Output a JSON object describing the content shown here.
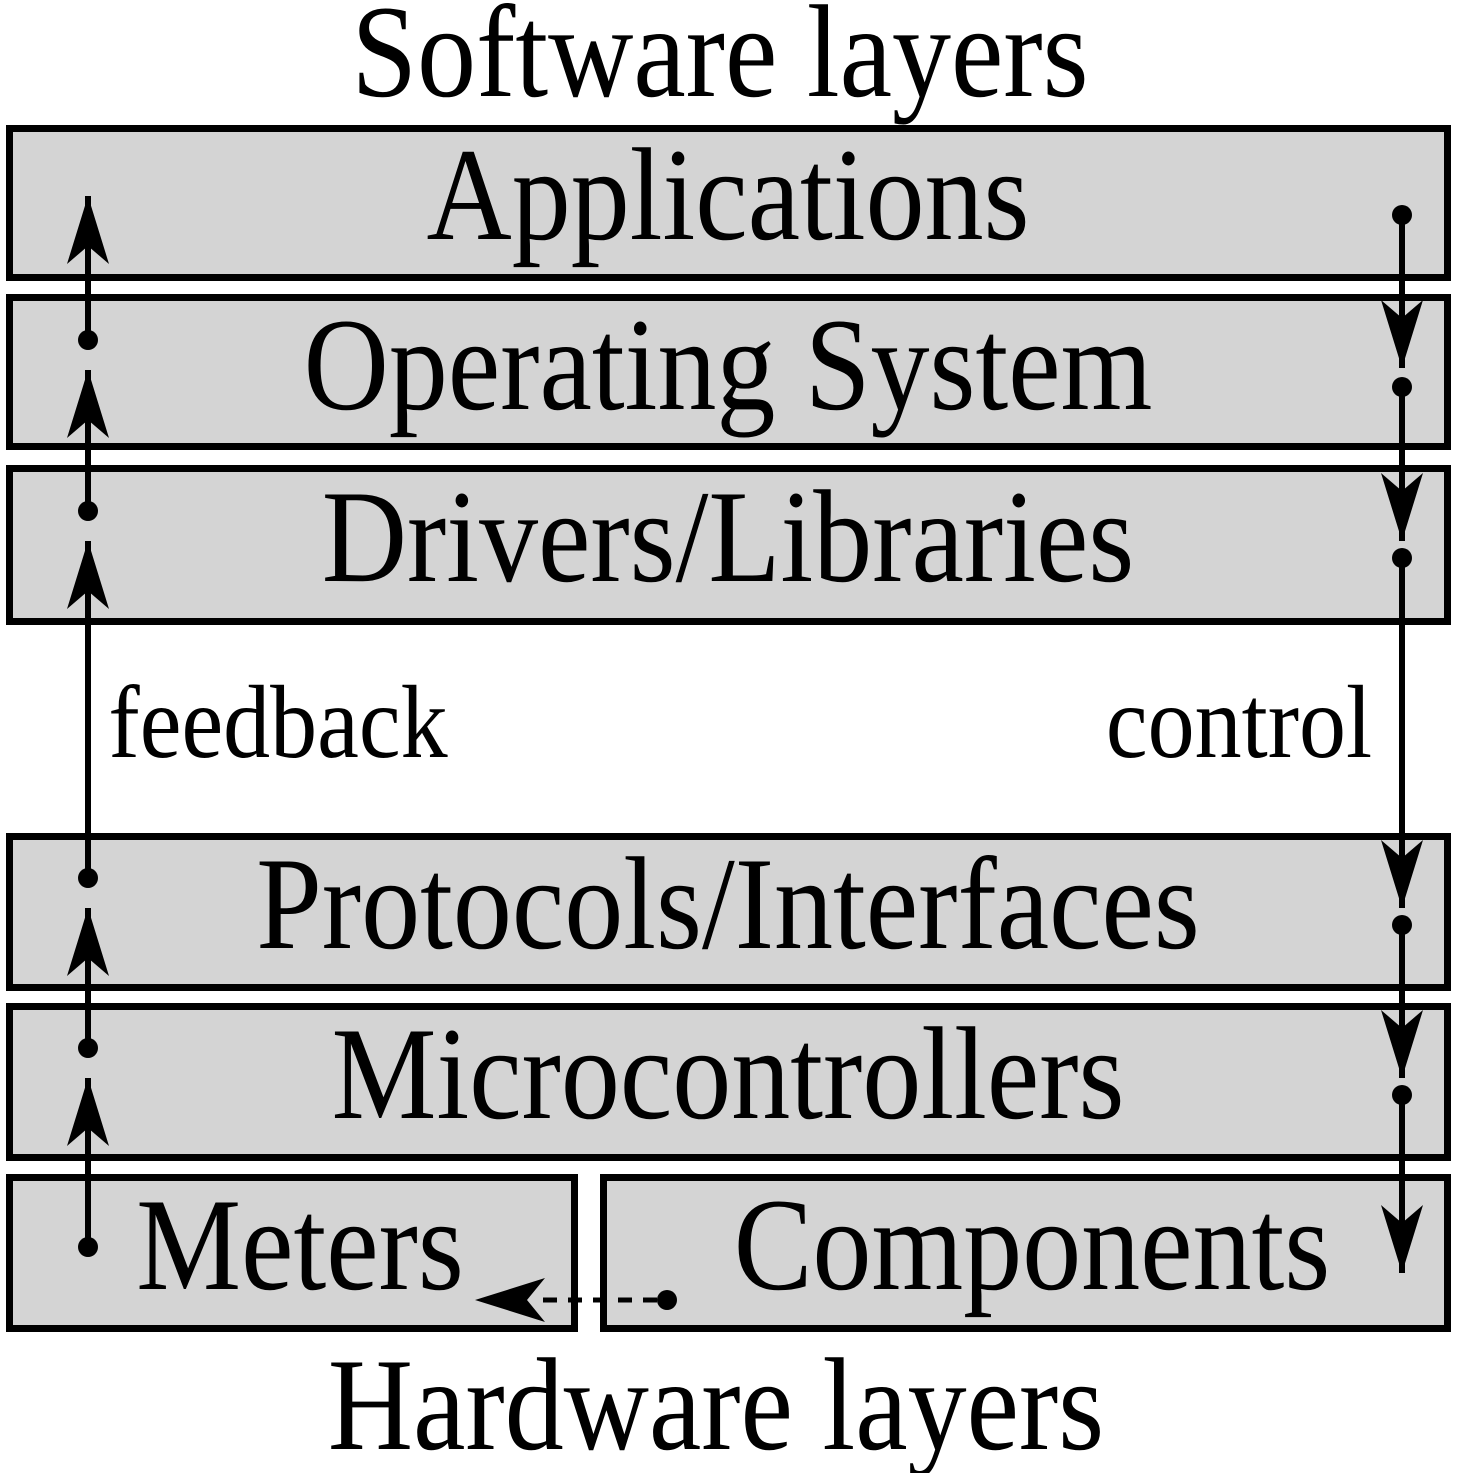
{
  "titles": {
    "top": "Software layers",
    "bottom": "Hardware layers"
  },
  "boxes": {
    "applications": "Applications",
    "operating_system": "Operating System",
    "drivers_libraries": "Drivers/Libraries",
    "protocols_interfaces": "Protocols/Interfaces",
    "microcontrollers": "Microcontrollers",
    "meters": "Meters",
    "components": "Components"
  },
  "flows": {
    "feedback_label": "feedback",
    "control_label": "control",
    "feedback_direction": "up",
    "control_direction": "down",
    "dashed_link_from": "Components",
    "dashed_link_to": "Meters"
  },
  "colors": {
    "box_fill": "#d4d4d4",
    "line": "#000000",
    "background": "#ffffff"
  }
}
